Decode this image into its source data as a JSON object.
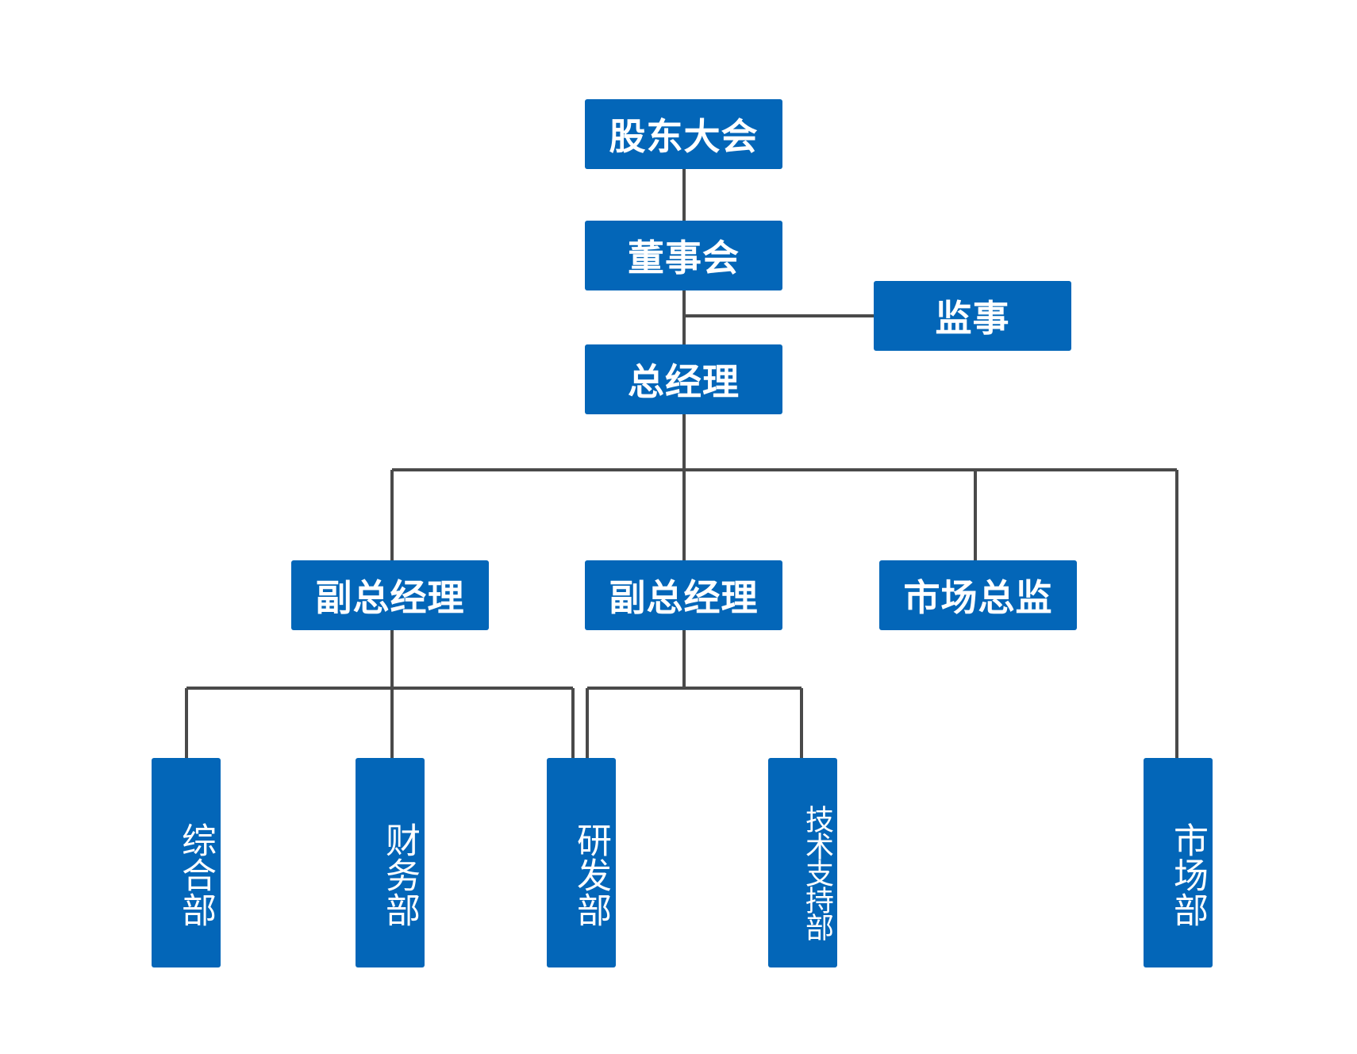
{
  "org_chart": {
    "nodes": {
      "shareholders_meeting": "股东大会",
      "board": "董事会",
      "supervisor": "监事",
      "general_manager": "总经理",
      "deputy_gm_1": "副总经理",
      "deputy_gm_2": "副总经理",
      "marketing_director": "市场总监",
      "general_dept": "综合部",
      "finance_dept": "财务部",
      "rd_dept": "研发部",
      "tech_support_dept": "技术支持部",
      "marketing_dept": "市场部"
    },
    "colors": {
      "node_fill": "#0366b8",
      "node_text": "#ffffff",
      "connector": "#4a4a4a"
    }
  }
}
